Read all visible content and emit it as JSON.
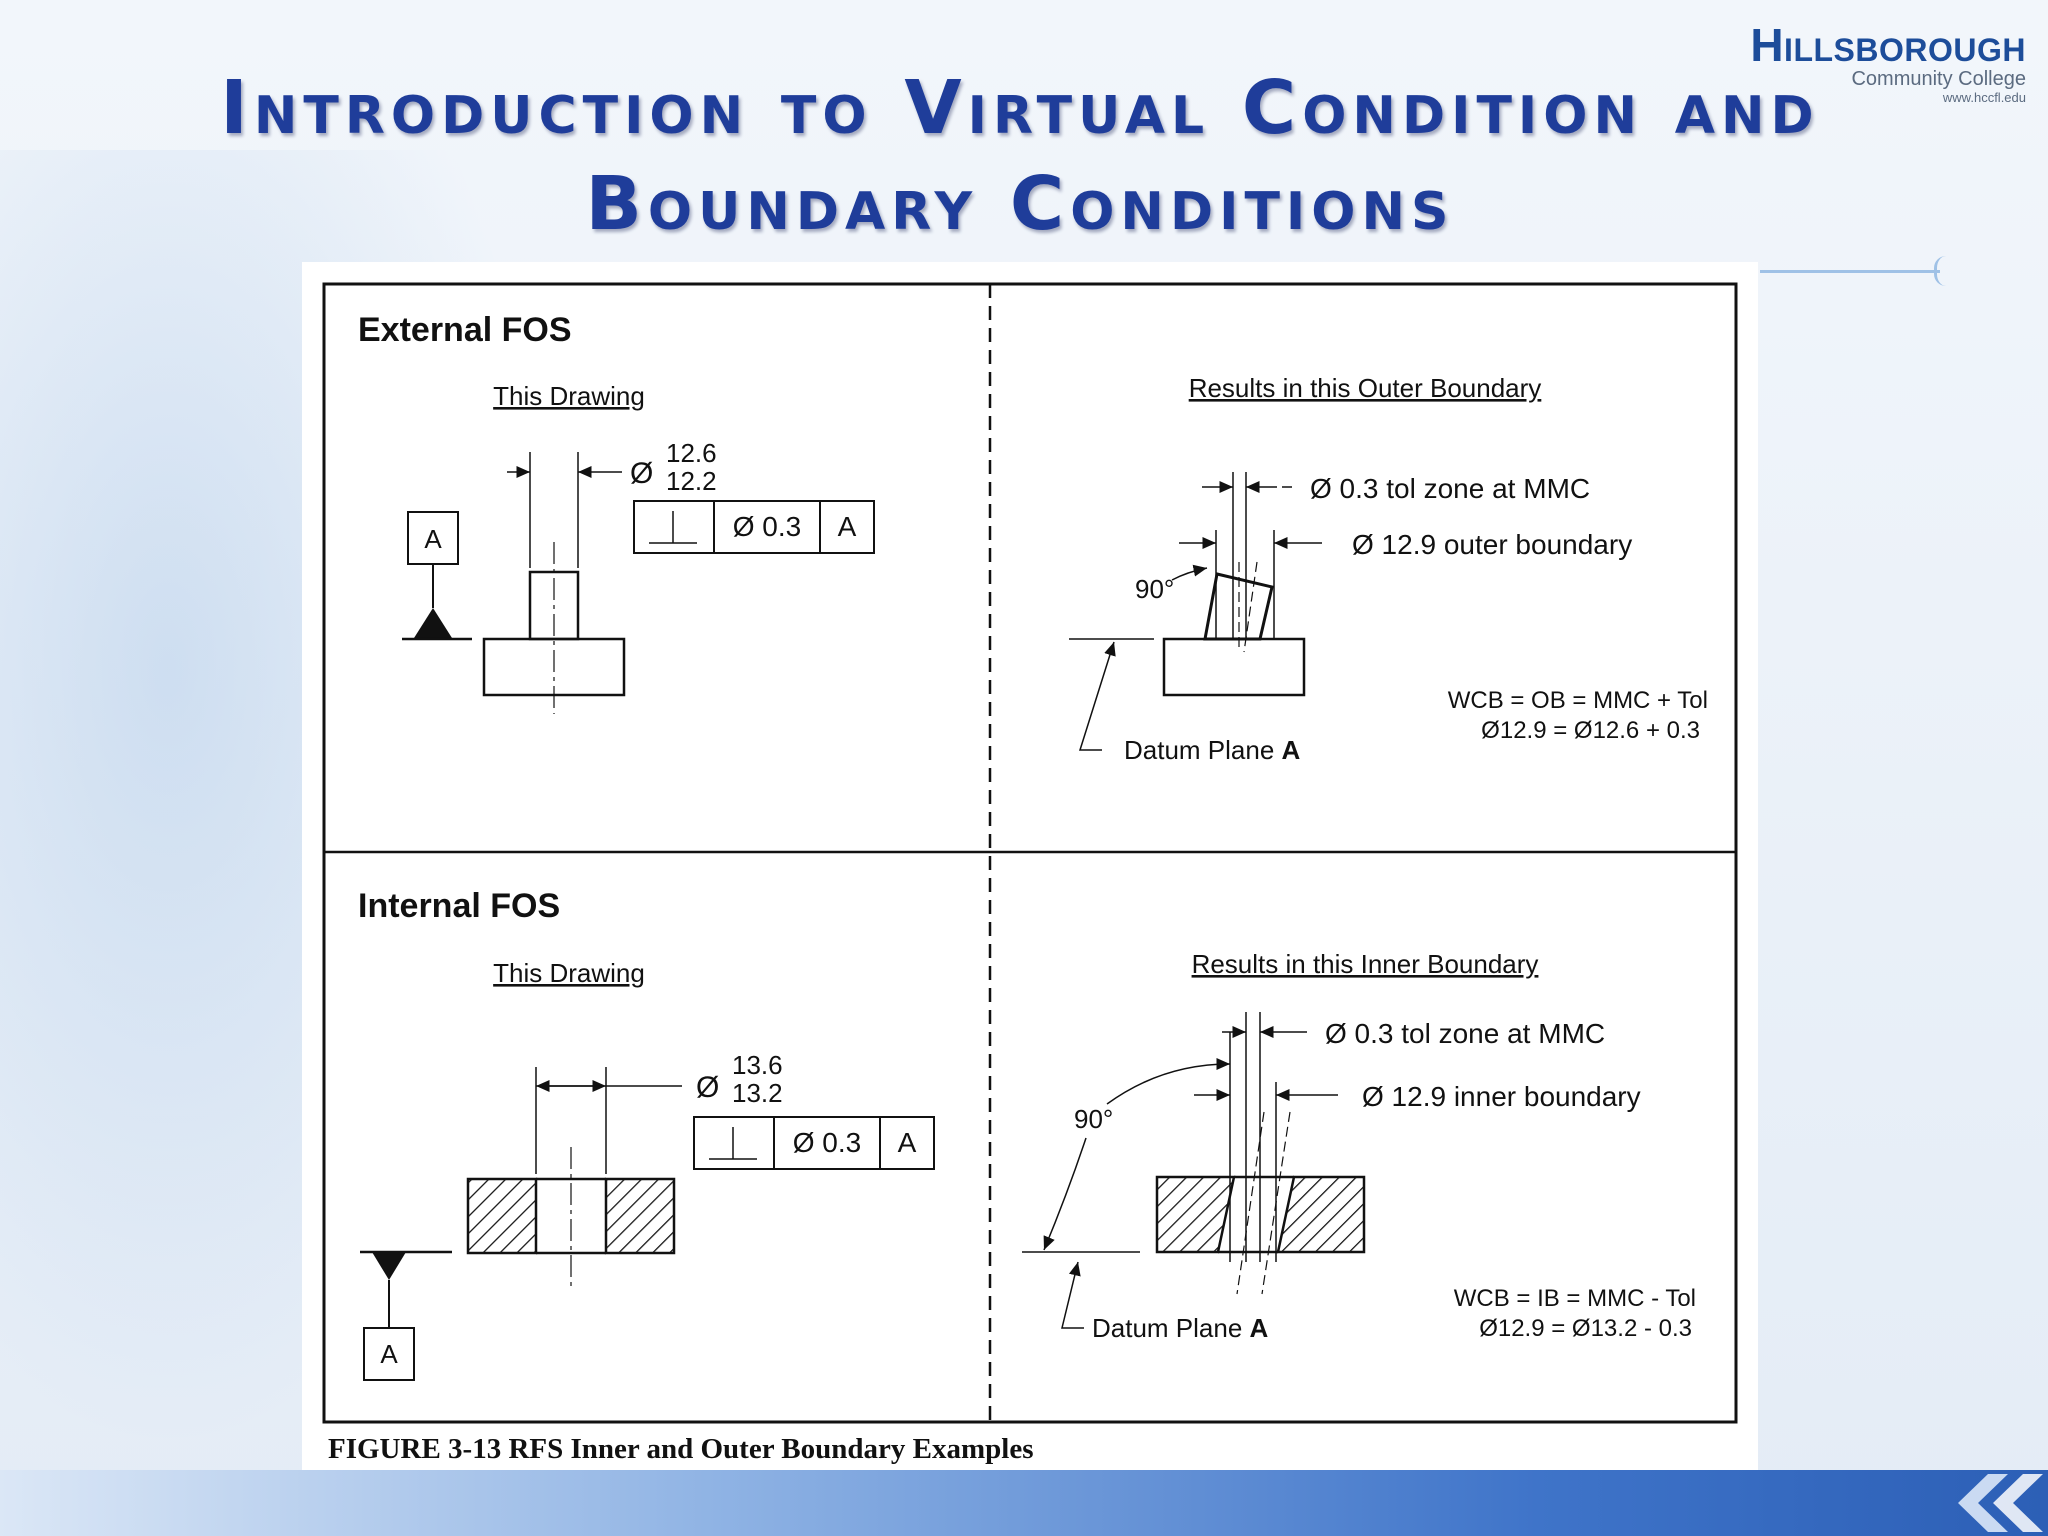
{
  "slide": {
    "title_line1": "Introduction to Virtual Condition and",
    "title_line2": "Boundary Conditions"
  },
  "logo": {
    "name": "Hillsborough",
    "sub": "Community College",
    "url": "www.hccfl.edu"
  },
  "figure": {
    "caption": "FIGURE 3-13  RFS Inner and Outer Boundary Examples",
    "external": {
      "heading": "External FOS",
      "drawing_label": "This Drawing",
      "datum_letter": "A",
      "size_upper": "12.6",
      "size_lower": "12.2",
      "diameter_symbol": "Ø",
      "fcf": {
        "tolerance": "Ø 0.3",
        "datum": "A"
      },
      "result_label": "Results in this Outer Boundary",
      "callout_tol": "Ø 0.3 tol zone at MMC",
      "callout_boundary": "Ø 12.9 outer boundary",
      "angle": "90°",
      "datum_plane": "Datum Plane",
      "datum_plane_letter": "A",
      "eq_line1": "WCB  =  OB  =   MMC  +  Tol",
      "eq_line2": "Ø12.9  =  Ø12.6  +  0.3"
    },
    "internal": {
      "heading": "Internal FOS",
      "drawing_label": "This Drawing",
      "datum_letter": "A",
      "size_upper": "13.6",
      "size_lower": "13.2",
      "diameter_symbol": "Ø",
      "fcf": {
        "tolerance": "Ø 0.3",
        "datum": "A"
      },
      "result_label": "Results in this Inner Boundary",
      "callout_tol": "Ø 0.3 tol zone at MMC",
      "callout_boundary": "Ø 12.9 inner boundary",
      "angle": "90°",
      "datum_plane": "Datum Plane",
      "datum_plane_letter": "A",
      "eq_line1": "WCB  =  IB   =    MMC  -  Tol",
      "eq_line2": "Ø12.9  =  Ø13.2  -  0.3"
    }
  },
  "colors": {
    "title": "#1f3d9a",
    "logo": "#1d4d9a",
    "footer_start": "#dbe7f6",
    "footer_end": "#2c5fb6"
  }
}
